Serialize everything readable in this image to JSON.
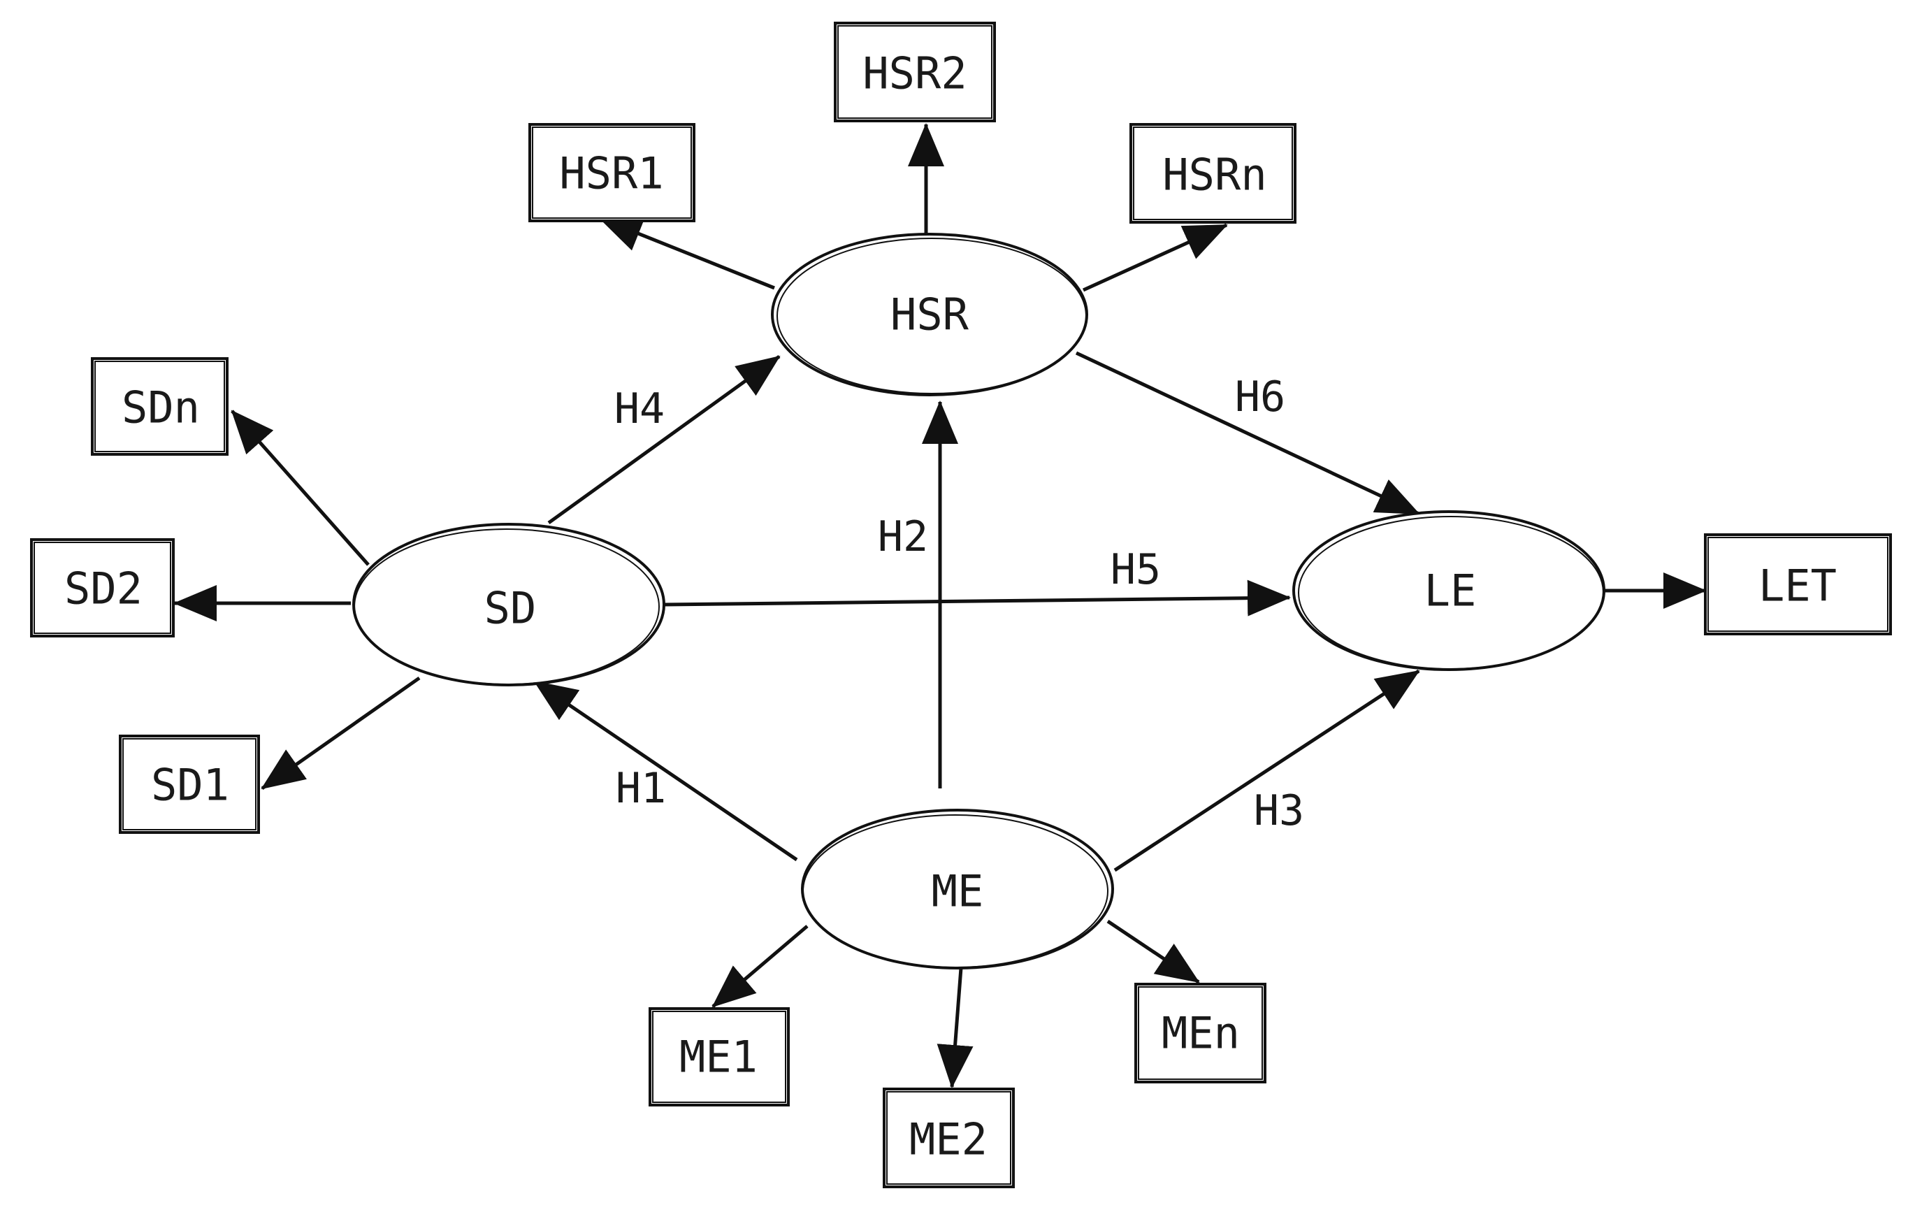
{
  "nodes": {
    "HSR": "HSR",
    "SD": "SD",
    "LE": "LE",
    "ME": "ME",
    "HSR1": "HSR1",
    "HSR2": "HSR2",
    "HSRn": "HSRn",
    "SDn": "SDn",
    "SD2": "SD2",
    "SD1": "SD1",
    "ME1": "ME1",
    "ME2": "ME2",
    "MEn": "MEn",
    "LET": "LET"
  },
  "hypotheses": {
    "H1": "H1",
    "H2": "H2",
    "H3": "H3",
    "H4": "H4",
    "H5": "H5",
    "H6": "H6"
  },
  "edges": [
    {
      "from": "ME",
      "to": "SD",
      "label": "H1"
    },
    {
      "from": "ME",
      "to": "HSR",
      "label": "H2"
    },
    {
      "from": "ME",
      "to": "LE",
      "label": "H3"
    },
    {
      "from": "SD",
      "to": "HSR",
      "label": "H4"
    },
    {
      "from": "SD",
      "to": "LE",
      "label": "H5"
    },
    {
      "from": "HSR",
      "to": "LE",
      "label": "H6"
    },
    {
      "from": "HSR",
      "to": "HSR1"
    },
    {
      "from": "HSR",
      "to": "HSR2"
    },
    {
      "from": "HSR",
      "to": "HSRn"
    },
    {
      "from": "SD",
      "to": "SDn"
    },
    {
      "from": "SD",
      "to": "SD2"
    },
    {
      "from": "SD",
      "to": "SD1"
    },
    {
      "from": "ME",
      "to": "ME1"
    },
    {
      "from": "ME",
      "to": "ME2"
    },
    {
      "from": "ME",
      "to": "MEn"
    },
    {
      "from": "LE",
      "to": "LET"
    }
  ]
}
